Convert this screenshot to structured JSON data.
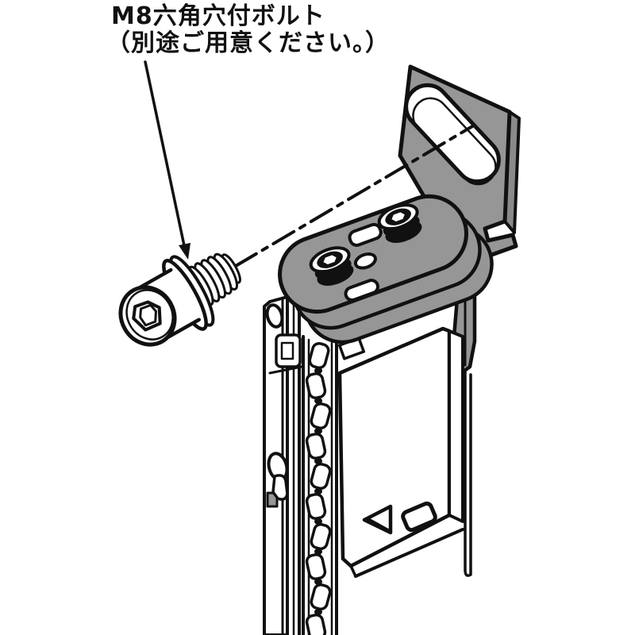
{
  "diagram": {
    "annotation": {
      "line1": "M8六角穴付ボルト",
      "line2": "（別途ご用意ください。）"
    },
    "parts": {
      "bolt": "m8-hex-socket-bolt",
      "leader": "leader-arrow",
      "centerline": "assembly-centerline",
      "bracket": "mounting-bracket-with-slot",
      "plate": "oval-mounting-plate",
      "screws": "socket-head-screws",
      "body": "switch-body-rail"
    },
    "colors": {
      "ink": "#111111",
      "metal": "#969696",
      "metal_dark": "#8a8a8a",
      "background": "#ffffff"
    }
  }
}
